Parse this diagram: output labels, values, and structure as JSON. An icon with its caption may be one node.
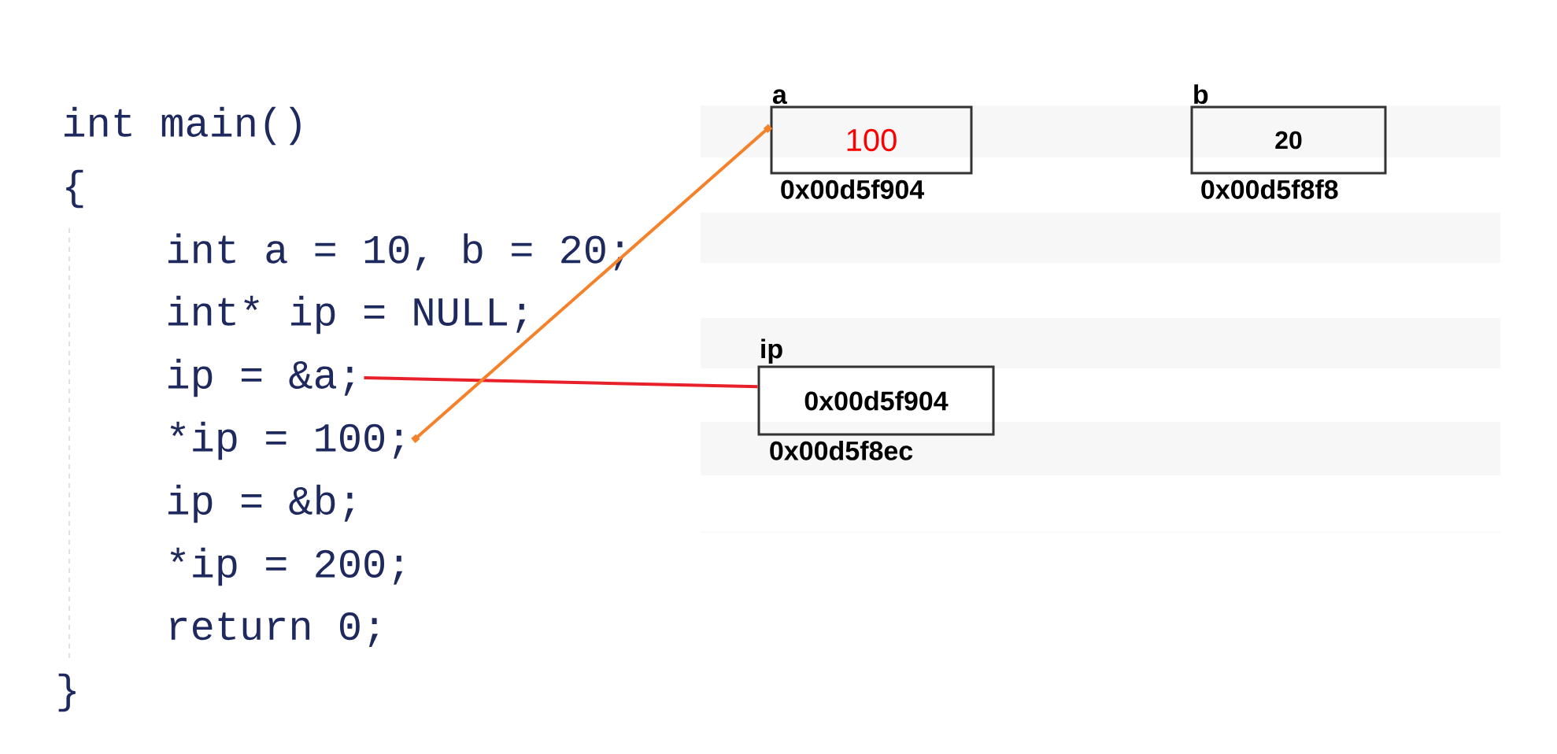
{
  "diagram": {
    "nodes": [
      {
        "text": [
          "ip = &a;"
        ]
      },
      {
        "text": [
          "*ip = 100;"
        ]
      },
      {
        "text": [
          "a",
          "100"
        ],
        "beside": [
          "0x00d5f904"
        ]
      },
      {
        "text": [
          "b",
          "20"
        ],
        "beside": [
          "0x00d5f8f8"
        ]
      },
      {
        "text": [
          "ip",
          "0x00d5f904"
        ],
        "beside": [
          "0x00d5f8ec"
        ]
      }
    ],
    "edges": [
      {
        "from": 0,
        "to": 4,
        "arrow": "none",
        "color": "#e8202a"
      },
      {
        "from": 1,
        "to": 2,
        "arrow": "other",
        "color": "#f5822a"
      }
    ],
    "labels": [
      "int main()",
      "{",
      "int a = 10, b = 20;",
      "int* ip = NULL;",
      "ip = &b;",
      "*ip = 200;",
      "return 0;",
      "}"
    ]
  }
}
